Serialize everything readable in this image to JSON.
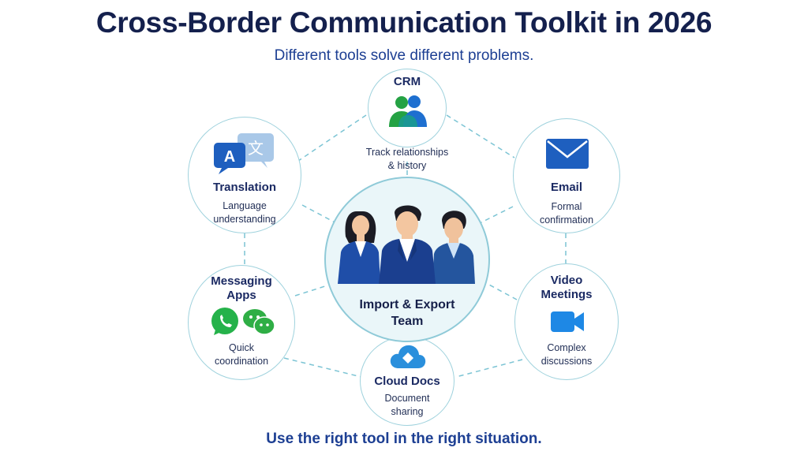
{
  "header": {
    "title": "Cross-Border Communication Toolkit in 2026",
    "subtitle": "Different tools solve different problems."
  },
  "center": {
    "label": "Import & Export\nTeam",
    "icon": "business-team-icon"
  },
  "tools": {
    "crm": {
      "label": "CRM",
      "desc": "Track relationships\n& history",
      "icon": "users-icon"
    },
    "translation": {
      "label": "Translation",
      "desc": "Language\nunderstanding",
      "icon": "translate-icon"
    },
    "email": {
      "label": "Email",
      "desc": "Formal\nconfirmation",
      "icon": "envelope-icon"
    },
    "messaging": {
      "label": "Messaging\nApps",
      "desc": "Quick\ncoordination",
      "icon": "chat-apps-icon"
    },
    "video": {
      "label": "Video\nMeetings",
      "desc": "Complex\ndiscussions",
      "icon": "video-camera-icon"
    },
    "docs": {
      "label": "Cloud Docs",
      "desc": "Document\nsharing",
      "icon": "cloud-icon"
    }
  },
  "footer": {
    "tagline": "Use the right tool in the right situation."
  },
  "colors": {
    "title": "#14204d",
    "accent_blue": "#1d3f93",
    "node_border": "#9fd2dd",
    "link_dash": "#7cc4d4",
    "center_fill": "#eaf6f9",
    "green": "#25a244",
    "icon_blue": "#1e6fd0"
  }
}
